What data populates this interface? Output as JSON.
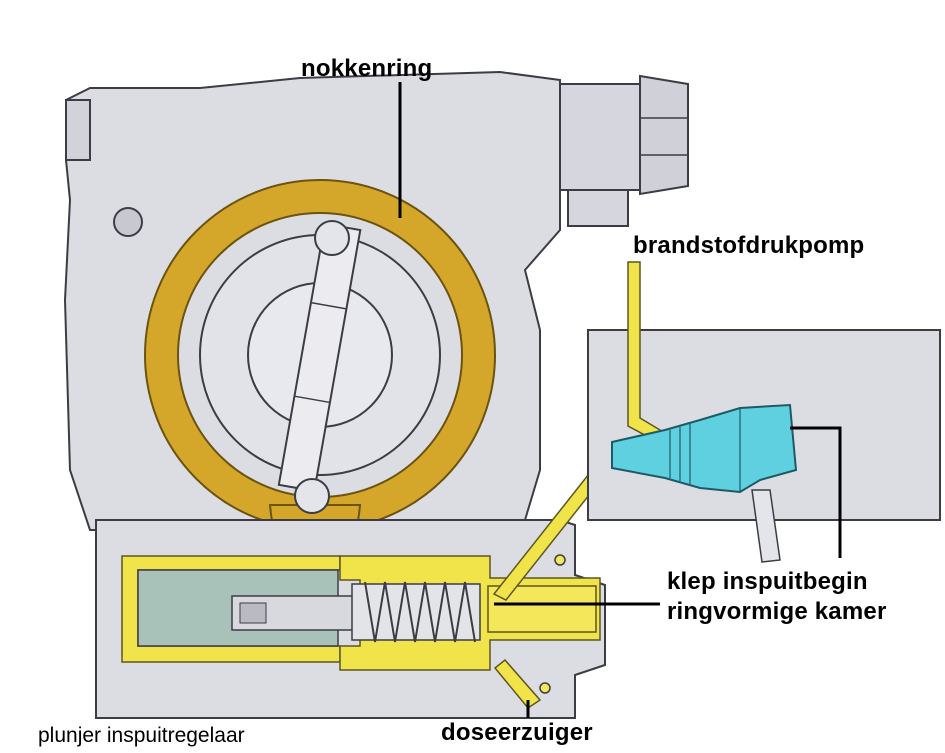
{
  "labels": {
    "nokkenring": "nokkenring",
    "brandstofdrukpomp": "brandstofdrukpomp",
    "klep_inspuitbegin": "klep inspuitbegin",
    "ringvormige_kamer": "ringvormige kamer",
    "plunjer_inspuitregelaar": "plunjer inspuitregelaar",
    "doseerzuiger": "doseerzuiger"
  },
  "colors": {
    "housing": "#dcdde3",
    "housing_stroke": "#3c3c44",
    "cam_ring": "#d4a72a",
    "fuel": "#f1e34a",
    "plunger_chamber": "#a9c2b9",
    "valve": "#5ed0e0",
    "leader_line": "#000000"
  }
}
